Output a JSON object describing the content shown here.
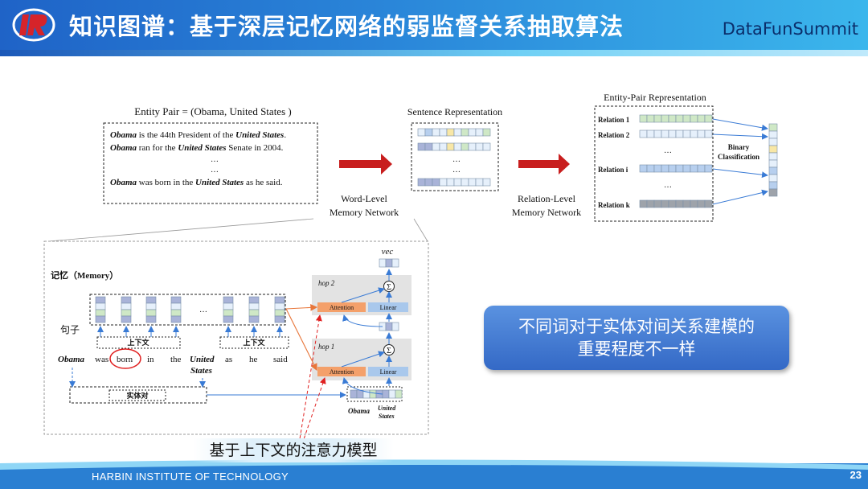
{
  "header": {
    "title": "知识图谱：基于深层记忆网络的弱监督关系抽取算法",
    "brand": "DataFunSummit"
  },
  "footer": {
    "institution": "HARBIN INSTITUTE OF TECHNOLOGY",
    "page_number": "23"
  },
  "top_diagram": {
    "entity_pair_label": "Entity  Pair = (Obama, United States )",
    "sentences": [
      {
        "entity1": "Obama",
        "mid": " is the 44th President of the ",
        "entity2": "United States",
        "tail": "."
      },
      {
        "entity1": "Obama",
        "mid": " ran for the ",
        "entity2": "United States",
        "tail": " Senate in 2004."
      },
      {
        "entity1": "Obama",
        "mid": " was born in the ",
        "entity2": "United States",
        "tail": " as he said."
      }
    ],
    "ellipsis": "…",
    "word_level": [
      "Word-Level",
      "Memory Network"
    ],
    "sentence_rep_label": "Sentence  Representation",
    "relation_level": [
      "Relation-Level",
      "Memory Network"
    ],
    "entity_pair_rep_label": "Entity-Pair  Representation",
    "relations": [
      "Relation 1",
      "Relation 2",
      "Relation i",
      "Relation k"
    ],
    "binary_classification": [
      "Binary",
      "Classification"
    ]
  },
  "bottom_diagram": {
    "memory_label": "记忆（Memory）",
    "sentence_label": "句子",
    "context_labels": [
      "上下文",
      "上下文"
    ],
    "entity_pair_label": "实体对",
    "words": [
      "Obama",
      "was",
      "born",
      "in",
      "the",
      "United States",
      "as",
      "he",
      "said"
    ],
    "vec_label": "vec",
    "hops": [
      "hop 2",
      "hop 1"
    ],
    "attention": "Attention",
    "linear": "Linear",
    "sum_symbol": "Σ",
    "entity_words": [
      "Obama",
      "United States"
    ]
  },
  "callout_lines": [
    "不同词对于实体对间关系建模的",
    "重要程度不一样"
  ],
  "caption": "基于上下文的注意力模型",
  "colors": {
    "header_blue": "#2a86d9",
    "arrow_red": "#c81e1e",
    "attention_orange": "#f4a06a",
    "linear_blue": "#a9c8ec",
    "callout_blue": "#3c73cd"
  }
}
